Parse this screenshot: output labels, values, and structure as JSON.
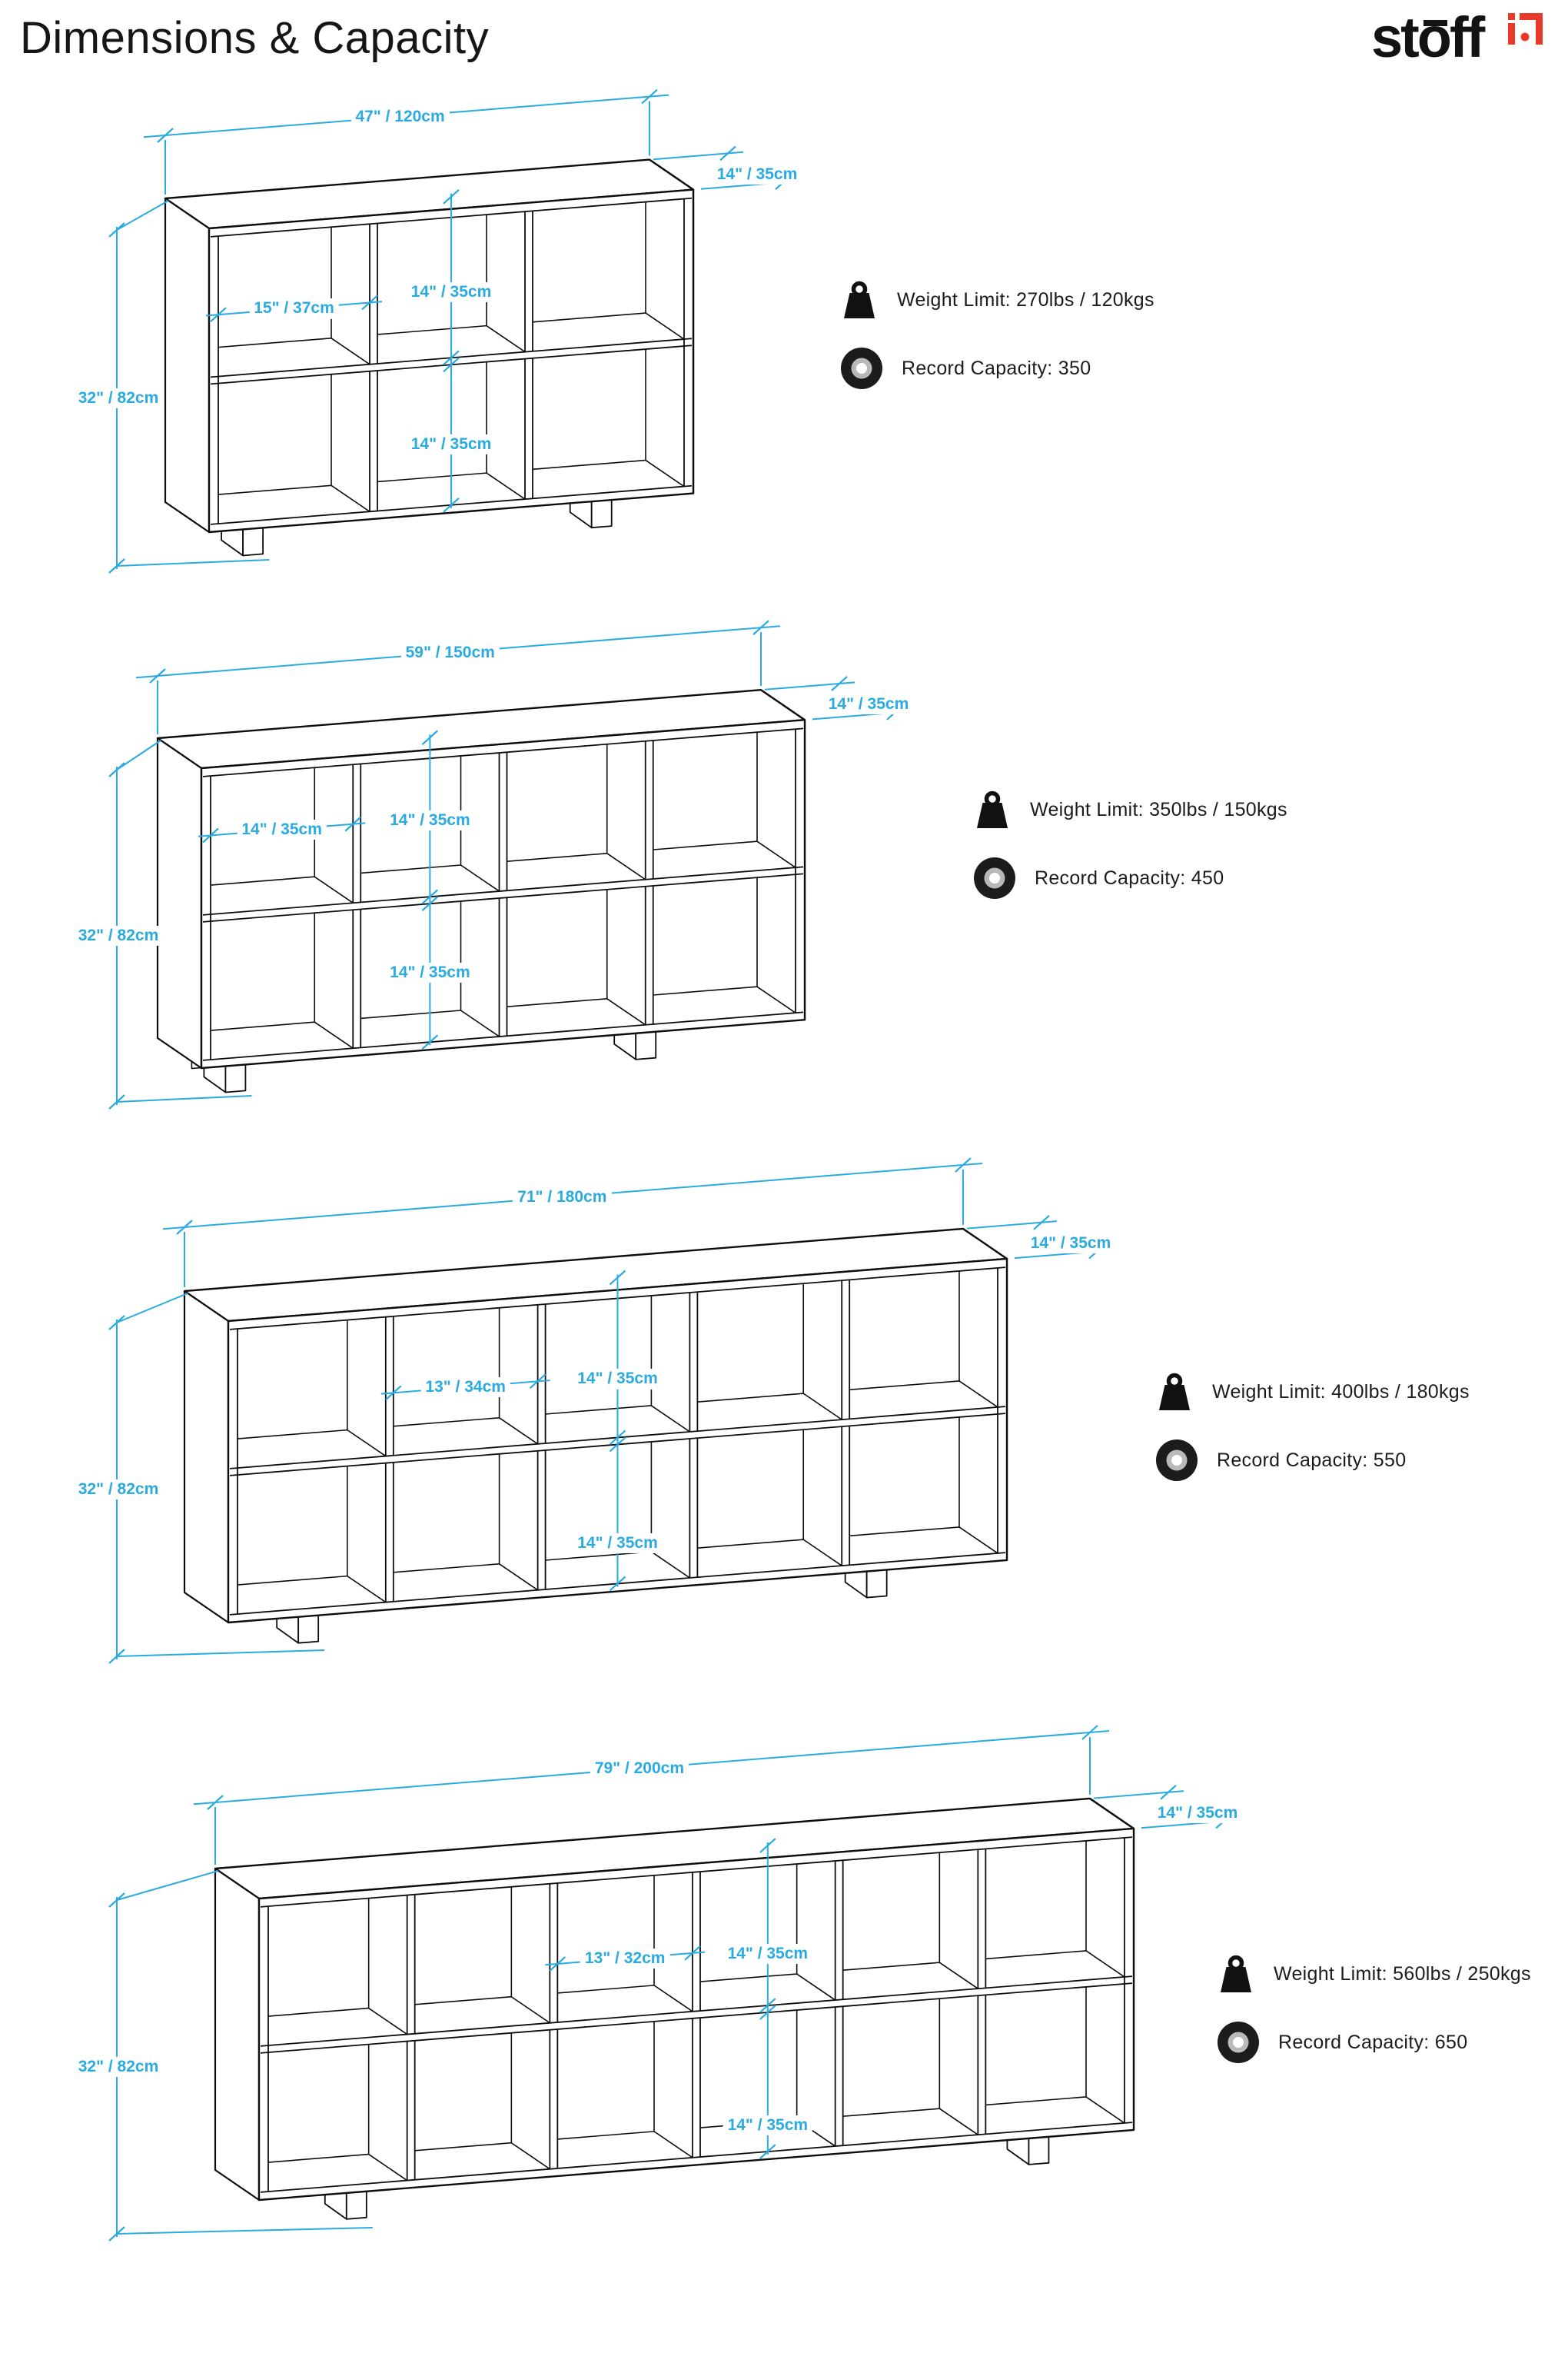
{
  "page": {
    "title": "Dimensions & Capacity"
  },
  "brand": {
    "word": "stoff",
    "mark": "id"
  },
  "colors": {
    "dimension_accent": "#29ABE2",
    "line_ink": "#0d0d0d",
    "brand_red": "#E8392B"
  },
  "shelves": [
    {
      "name": "6-cubby shelf",
      "cubby_count": 6,
      "width_label": "47\" / 120cm",
      "depth_label": "14\" / 35cm",
      "height_label": "32\" / 82cm",
      "cubby_width_label": "15\" / 37cm",
      "cubby_height_top_label": "14\" / 35cm",
      "cubby_height_bottom_label": "14\" / 35cm",
      "weight_limit": "Weight Limit: 270lbs / 120kgs",
      "record_capacity": "Record Capacity: 350"
    },
    {
      "name": "8-cubby shelf",
      "cubby_count": 8,
      "width_label": "59\" / 150cm",
      "depth_label": "14\" / 35cm",
      "height_label": "32\" / 82cm",
      "cubby_width_label": "14\" / 35cm",
      "cubby_height_top_label": "14\" / 35cm",
      "cubby_height_bottom_label": "14\" / 35cm",
      "weight_limit": "Weight Limit: 350lbs / 150kgs",
      "record_capacity": "Record Capacity: 450"
    },
    {
      "name": "10-cubby shelf",
      "cubby_count": 10,
      "width_label": "71\" / 180cm",
      "depth_label": "14\" / 35cm",
      "height_label": "32\" / 82cm",
      "cubby_width_label": "13\" / 34cm",
      "cubby_height_top_label": "14\" / 35cm",
      "cubby_height_bottom_label": "14\" / 35cm",
      "weight_limit": "Weight Limit: 400lbs / 180kgs",
      "record_capacity": "Record Capacity: 550"
    },
    {
      "name": "12-cubby shelf",
      "cubby_count": 12,
      "width_label": "79\" / 200cm",
      "depth_label": "14\" / 35cm",
      "height_label": "32\" / 82cm",
      "cubby_width_label": "13\" / 32cm",
      "cubby_height_top_label": "14\" / 35cm",
      "cubby_height_bottom_label": "14\" / 35cm",
      "weight_limit": "Weight Limit: 560lbs / 250kgs",
      "record_capacity": "Record Capacity: 650"
    }
  ]
}
